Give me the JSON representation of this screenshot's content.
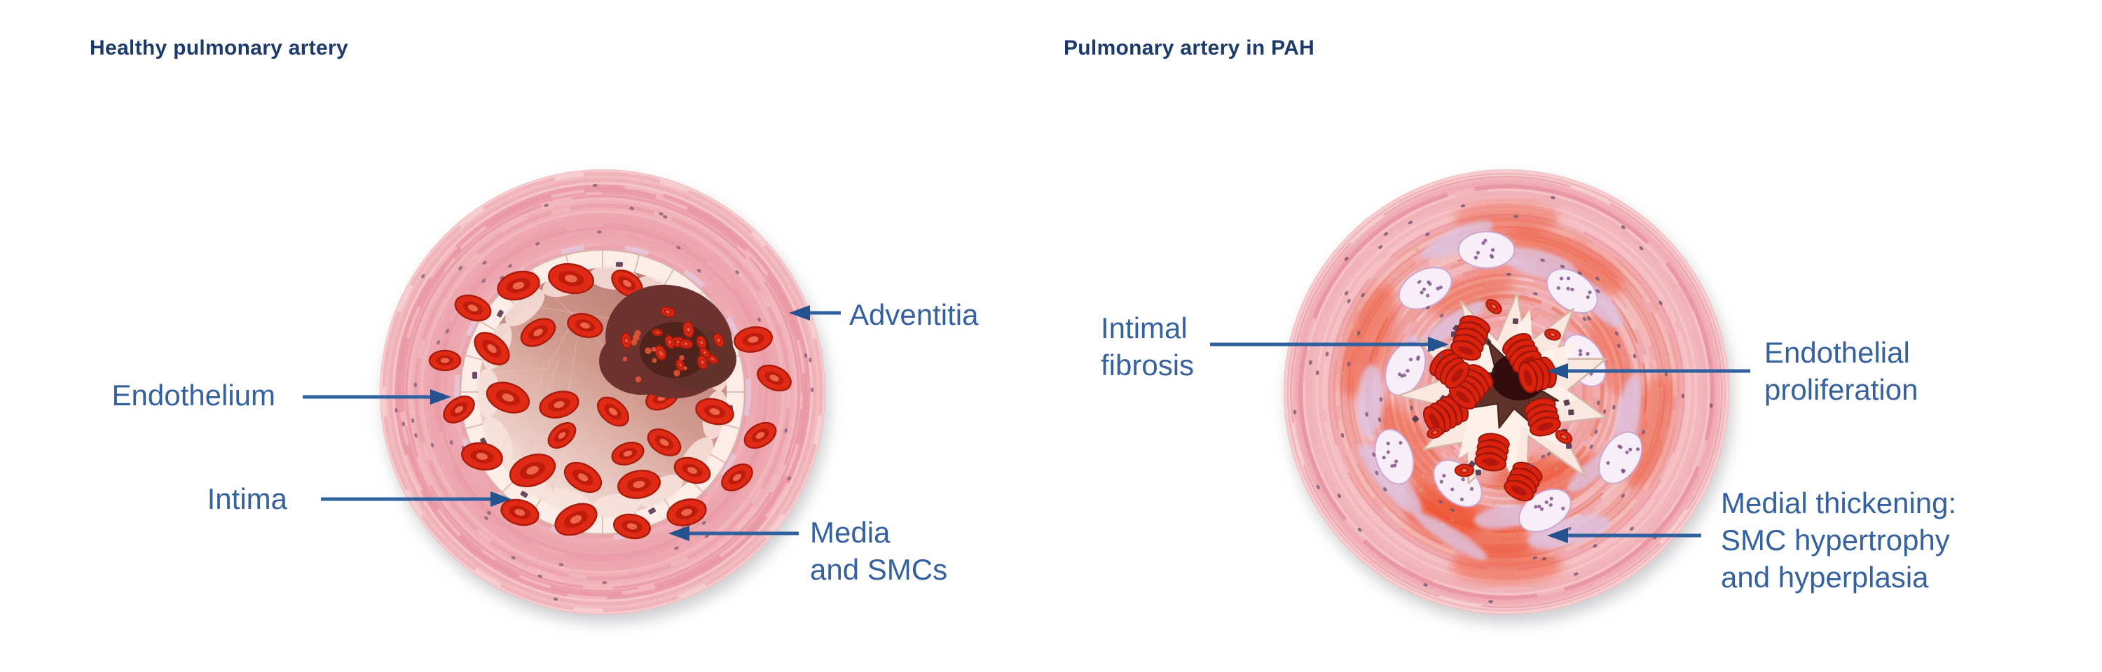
{
  "figure": {
    "background": "#ffffff",
    "accent_blue": "#35619f",
    "title_navy": "#1d3a6c",
    "arrow_blue": "#30609e",
    "arrowhead_blue": "#24528f"
  },
  "left_panel": {
    "title": "Healthy pulmonary artery",
    "labels": {
      "endothelium": "Endothelium",
      "intima": "Intima",
      "adventitia": "Adventitia",
      "media_line1": "Media",
      "media_line2": "and SMCs"
    }
  },
  "right_panel": {
    "title": "Pulmonary artery in PAH",
    "labels": {
      "intimal_fibrosis_line1": "Intimal",
      "intimal_fibrosis_line2": "fibrosis",
      "endothelial_proliferation_line1": "Endothelial",
      "endothelial_proliferation_line2": "proliferation",
      "medial_thickening_line1": "Medial thickening:",
      "medial_thickening_line2": "SMC hypertrophy",
      "medial_thickening_line3": "and hyperplasia"
    }
  },
  "illustrations": {
    "healthy_artery_alt": "cross-section of healthy pulmonary artery with open lumen and red blood cells",
    "pah_artery_alt": "cross-section of remodeled pulmonary artery in PAH with thickened media and narrowed lumen",
    "artery_pink": "#f2b6bb",
    "media_pink": "#ea9aa5",
    "intima_cream": "#fcede8",
    "rbc_red": "#e02c12",
    "clot_brown": "#6e332f",
    "lavender_cell": "#dec4e2"
  }
}
